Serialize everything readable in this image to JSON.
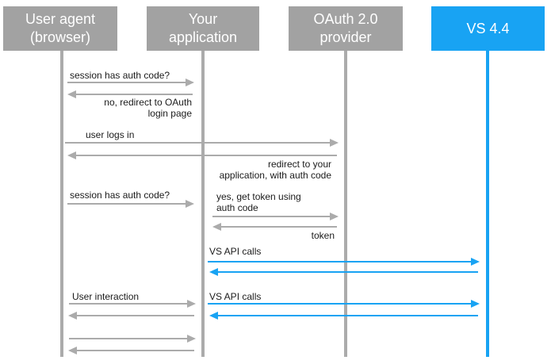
{
  "diagram_type": "sequence-diagram",
  "colors": {
    "actor_gray": "#a2a2a2",
    "arrow_gray": "#ababab",
    "accent_blue": "#18a3f3",
    "label_text": "#1b1b1b",
    "actor_text": "#ffffff"
  },
  "actors": [
    {
      "id": "user-agent",
      "label": "User agent\n(browser)",
      "style": "gray"
    },
    {
      "id": "your-application",
      "label": "Your\napplication",
      "style": "gray"
    },
    {
      "id": "oauth-provider",
      "label": "OAuth 2.0\nprovider",
      "style": "gray"
    },
    {
      "id": "vs-4-4",
      "label": "VS 4.4",
      "style": "blue"
    }
  ],
  "messages": [
    {
      "label": "session has auth code?",
      "from": "user-agent",
      "to": "your-application",
      "style": "gray"
    },
    {
      "label": "no, redirect to OAuth\nlogin page",
      "from": "your-application",
      "to": "user-agent",
      "style": "gray"
    },
    {
      "label": "user logs in",
      "from": "user-agent",
      "to": "oauth-provider",
      "style": "gray"
    },
    {
      "label": "redirect to your\napplication, with auth code",
      "from": "oauth-provider",
      "to": "user-agent",
      "style": "gray"
    },
    {
      "label": "session has auth code?",
      "from": "user-agent",
      "to": "your-application",
      "style": "gray"
    },
    {
      "label": "yes, get token using\nauth code",
      "from": "your-application",
      "to": "oauth-provider",
      "style": "gray"
    },
    {
      "label": "token",
      "from": "oauth-provider",
      "to": "your-application",
      "style": "gray"
    },
    {
      "label": "VS API calls",
      "from": "your-application",
      "to": "vs-4-4",
      "style": "blue"
    },
    {
      "label": "",
      "from": "vs-4-4",
      "to": "your-application",
      "style": "blue"
    },
    {
      "label": "User interaction",
      "from": "user-agent",
      "to": "your-application",
      "style": "gray"
    },
    {
      "label": "VS API calls",
      "from": "your-application",
      "to": "vs-4-4",
      "style": "blue"
    },
    {
      "label": "",
      "from": "your-application",
      "to": "user-agent",
      "style": "gray"
    },
    {
      "label": "",
      "from": "vs-4-4",
      "to": "your-application",
      "style": "blue"
    },
    {
      "label": "",
      "from": "user-agent",
      "to": "your-application",
      "style": "gray"
    },
    {
      "label": "",
      "from": "your-application",
      "to": "user-agent",
      "style": "gray"
    }
  ]
}
